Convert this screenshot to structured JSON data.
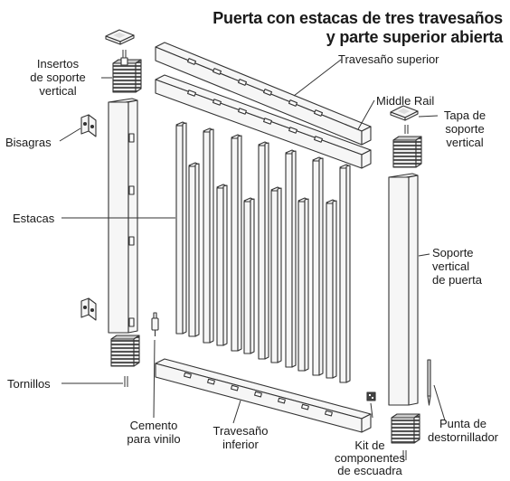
{
  "title": {
    "line1": "Puerta con estacas de tres travesaños",
    "line2": "y parte superior abierta"
  },
  "labels": {
    "post_inserts": [
      "Insertos",
      "de soporte",
      "vertical"
    ],
    "hinges": "Bisagras",
    "pickets": "Estacas",
    "screws": "Tornillos",
    "vinyl_cement": [
      "Cemento",
      "para vinilo"
    ],
    "bottom_rail": [
      "Travesaño",
      "inferior"
    ],
    "bracket_kit": [
      "Kit de",
      "componentes",
      "de escuadra"
    ],
    "top_rail": "Travesaño superior",
    "middle_rail": "Middle Rail",
    "post_cap": [
      "Tapa de",
      "soporte",
      "vertical"
    ],
    "gate_post": [
      "Soporte",
      "vertical",
      "de puerta"
    ],
    "screwdriver_bit": [
      "Punta de",
      "destornillador"
    ]
  },
  "colors": {
    "line": "#333333",
    "fill": "#f6f6f6",
    "insert": "#555555"
  },
  "icons": {
    "hinge": "hinge-icon",
    "screw": "screw-icon",
    "cement": "cement-tube-icon",
    "bit": "screwdriver-bit-icon",
    "bracket": "bracket-kit-icon"
  }
}
